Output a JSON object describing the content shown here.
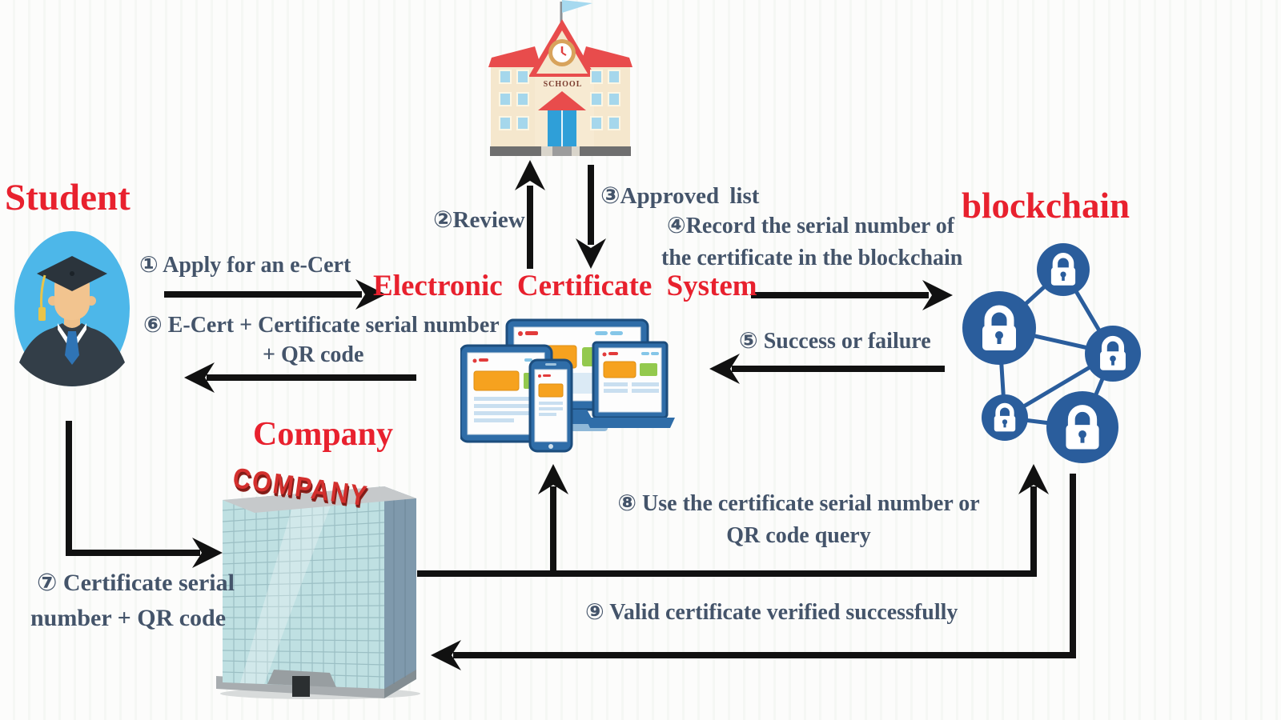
{
  "colors": {
    "heading_red": "#e8212e",
    "company_sign_red": "#d4302e",
    "flow_text_gray_blue": "#44546a",
    "arrow_black": "#111111",
    "blockchain_blue": "#2a5d9c",
    "school_wall_cream": "#f5e7cd",
    "school_roof_red": "#e84c4c",
    "company_glass_teal": "#bfe0e2",
    "avatar_circle_blue": "#4db7e9",
    "background": "#fbfbfa"
  },
  "entities": {
    "student": {
      "label": "Student"
    },
    "school": {
      "sign": "SCHOOL"
    },
    "ecs": {
      "label": "Electronic Certificate System"
    },
    "blockchain": {
      "label": "blockchain"
    },
    "company": {
      "label": "Company",
      "sign": "COMPANY"
    }
  },
  "flows": {
    "f1": {
      "label": "① Apply for an e-Cert",
      "from": "Student",
      "to": "Electronic Certificate System"
    },
    "f2": {
      "label": "②Review",
      "from": "Electronic Certificate System",
      "to": "School"
    },
    "f3": {
      "label": "③Approved list",
      "from": "School",
      "to": "Electronic Certificate System"
    },
    "f4": {
      "line1": "④Record the serial number of",
      "line2": "the certificate in the blockchain",
      "from": "Electronic Certificate System",
      "to": "blockchain"
    },
    "f5": {
      "label": "⑤ Success or failure",
      "from": "blockchain",
      "to": "Electronic Certificate System"
    },
    "f6": {
      "line1": "⑥ E-Cert + Certificate serial number",
      "line2": "+ QR code",
      "from": "Electronic Certificate System",
      "to": "Student"
    },
    "f7": {
      "line1": "⑦ Certificate serial",
      "line2": "number + QR code",
      "from": "Student",
      "to": "Company"
    },
    "f8": {
      "line1": "⑧ Use the certificate serial number or",
      "line2": "QR code query",
      "from": "Company",
      "to": "Electronic Certificate System and blockchain"
    },
    "f9": {
      "label": "⑨ Valid certificate verified successfully",
      "from": "blockchain",
      "to": "Company"
    }
  }
}
